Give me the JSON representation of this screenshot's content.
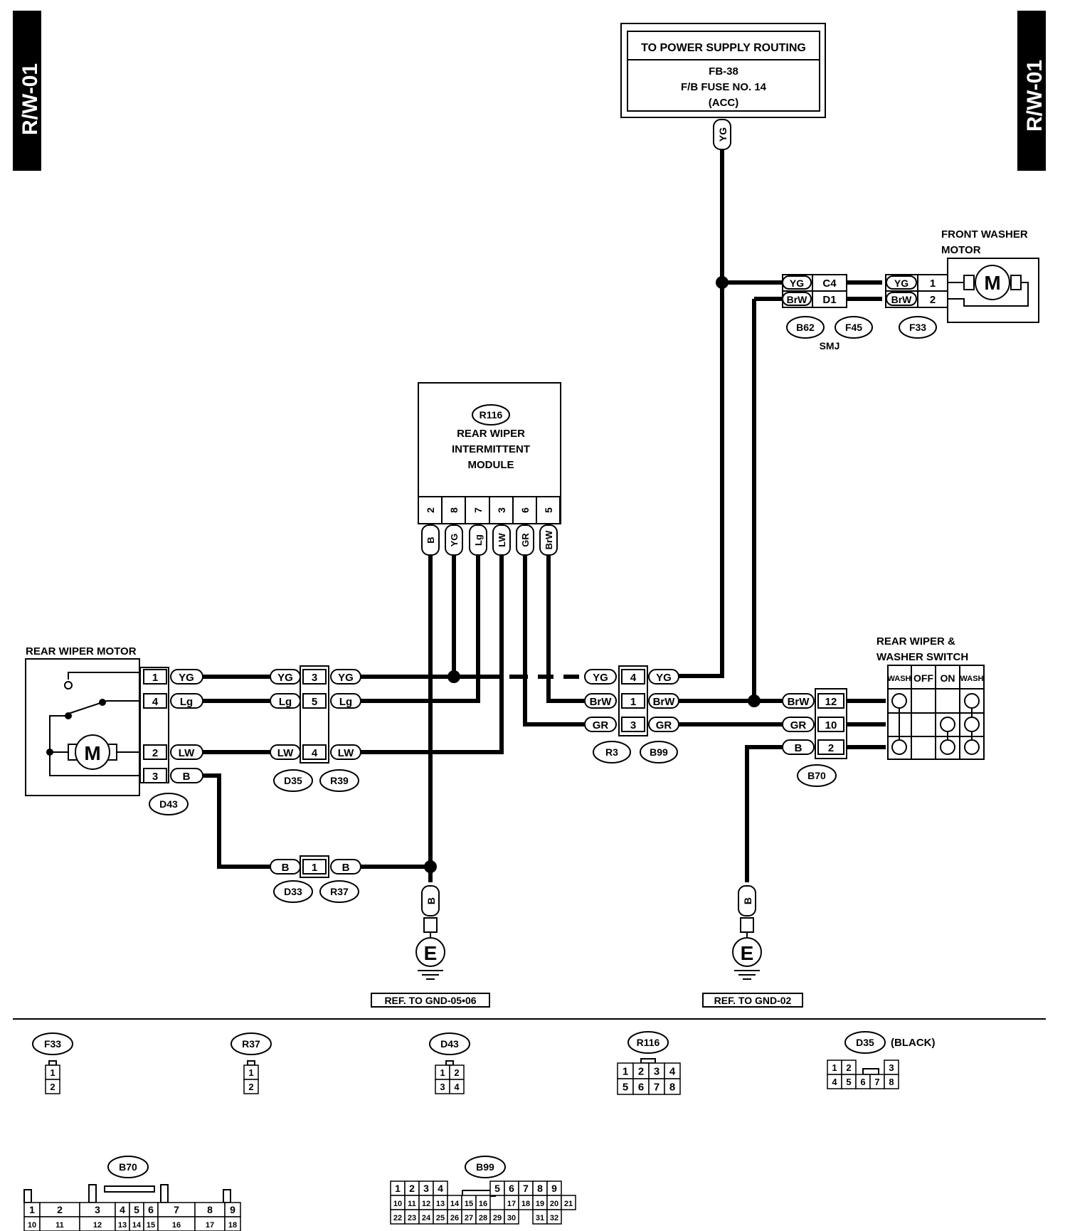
{
  "page_code": "R/W-01",
  "power_box": {
    "line1": "TO POWER SUPPLY ROUTING",
    "line2": "FB-38",
    "line3": "F/B FUSE NO. 14",
    "line4": "(ACC)"
  },
  "front_washer": {
    "label_line1": "FRONT WASHER",
    "label_line2": "MOTOR"
  },
  "module": {
    "id": "R116",
    "line1": "REAR WIPER",
    "line2": "INTERMITTENT",
    "line3": "MODULE",
    "pins": [
      {
        "pin": "2",
        "wire": "B"
      },
      {
        "pin": "8",
        "wire": "YG"
      },
      {
        "pin": "7",
        "wire": "Lg"
      },
      {
        "pin": "3",
        "wire": "LW"
      },
      {
        "pin": "6",
        "wire": "GR"
      },
      {
        "pin": "5",
        "wire": "BrW"
      }
    ]
  },
  "rear_motor": {
    "label": "REAR WIPER MOTOR",
    "motor_symbol": "M"
  },
  "switch": {
    "label_line1": "REAR WIPER &",
    "label_line2": "WASHER SWITCH",
    "cols": [
      "WASH",
      "OFF",
      "ON",
      "WASH"
    ]
  },
  "wires": {
    "YG": "YG",
    "Lg": "Lg",
    "LW": "LW",
    "B": "B",
    "BrW": "BrW",
    "GR": "GR"
  },
  "pins": {
    "p1": "1",
    "p2": "2",
    "p3": "3",
    "p4": "4",
    "p5": "5",
    "p10": "10",
    "p12": "12",
    "c4": "C4",
    "d1": "D1"
  },
  "connectors": {
    "D43": "D43",
    "D35": "D35",
    "R39": "R39",
    "D33": "D33",
    "R37": "R37",
    "R3": "R3",
    "B99": "B99",
    "B70": "B70",
    "B62": "B62",
    "F45": "F45",
    "F33": "F33",
    "SMJ": "SMJ",
    "R116": "R116"
  },
  "grounds": {
    "symbol": "E",
    "ref1": "REF. TO GND-05•06",
    "ref2": "REF. TO GND-02"
  },
  "connector_views": {
    "F33": {
      "id": "F33",
      "pins": [
        "1",
        "2"
      ]
    },
    "R37": {
      "id": "R37",
      "pins": [
        "1",
        "2"
      ]
    },
    "D43": {
      "id": "D43",
      "pins": [
        "1",
        "2",
        "3",
        "4"
      ]
    },
    "R116": {
      "id": "R116",
      "pins": [
        "1",
        "2",
        "3",
        "4",
        "5",
        "6",
        "7",
        "8"
      ]
    },
    "D35": {
      "id": "D35",
      "note": "(BLACK)",
      "pins": [
        "1",
        "2",
        "3",
        "4",
        "5",
        "6",
        "7",
        "8"
      ]
    },
    "B70": {
      "id": "B70",
      "top": [
        "1",
        "2",
        "3",
        "4",
        "5",
        "6",
        "7",
        "8",
        "9"
      ],
      "bottom": [
        "10",
        "11",
        "12",
        "13",
        "14",
        "15",
        "16",
        "17",
        "18"
      ]
    },
    "B99": {
      "id": "B99",
      "row1a": [
        "1",
        "2",
        "3",
        "4"
      ],
      "row1b": [
        "5",
        "6",
        "7",
        "8",
        "9"
      ],
      "row2": [
        "10",
        "11",
        "12",
        "13",
        "14",
        "15",
        "16",
        "17",
        "18",
        "19",
        "20",
        "21"
      ],
      "row3": [
        "22",
        "23",
        "24",
        "25",
        "26",
        "27",
        "28",
        "29",
        "30",
        "31",
        "32"
      ]
    }
  }
}
